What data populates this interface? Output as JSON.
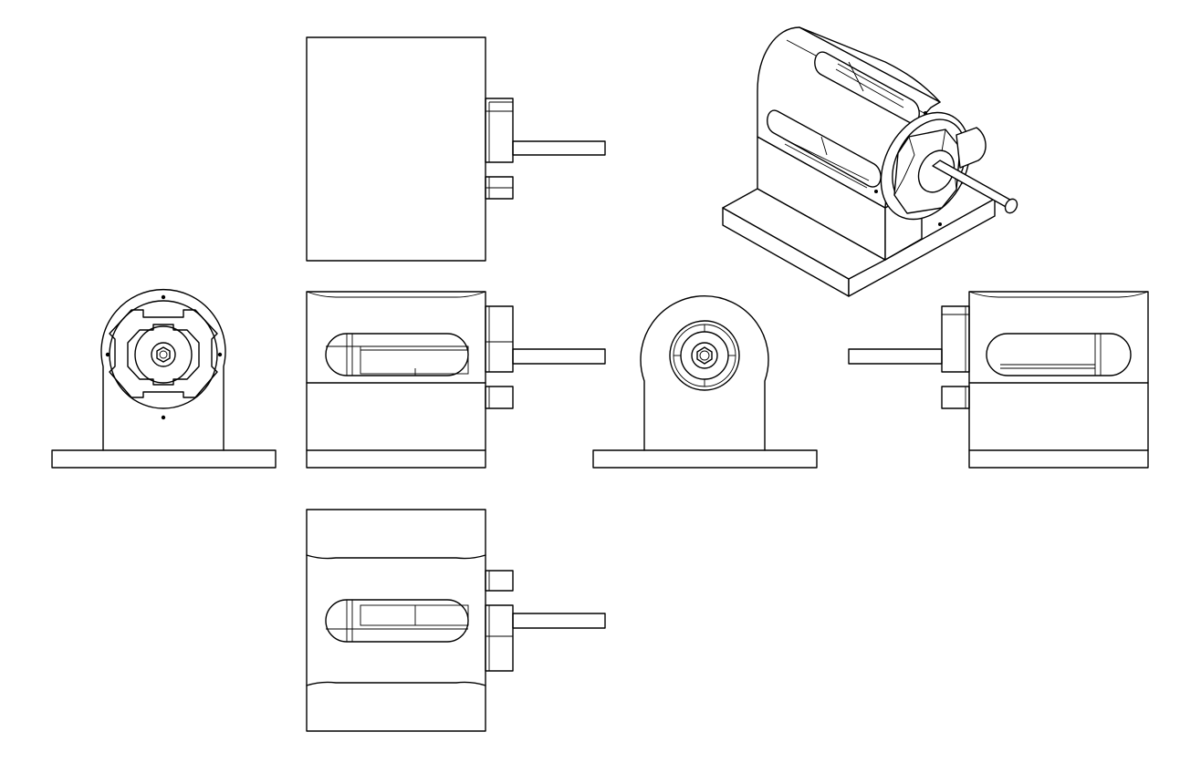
{
  "drawing": {
    "line_color": "#000000",
    "background_color": "#ffffff",
    "views": [
      {
        "id": "top-view",
        "projection": "top"
      },
      {
        "id": "left-end-view",
        "projection": "left"
      },
      {
        "id": "front-view",
        "projection": "front"
      },
      {
        "id": "right-end-view",
        "projection": "right"
      },
      {
        "id": "rear-view",
        "projection": "rear"
      },
      {
        "id": "bottom-view",
        "projection": "bottom"
      },
      {
        "id": "isometric-view",
        "projection": "isometric"
      }
    ]
  }
}
